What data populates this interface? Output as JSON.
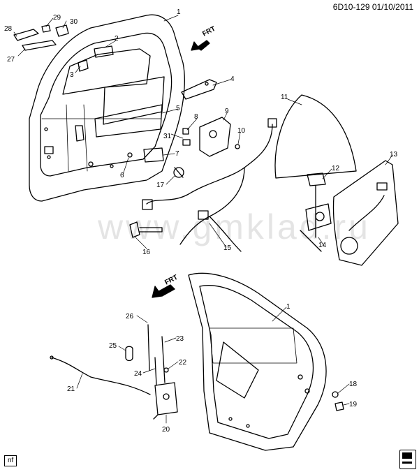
{
  "diagram": {
    "header_id": "6D10-129 01/10/2011",
    "footer_tag": "nf",
    "watermark": "www.gmklad.ru",
    "frt_label": "FRT",
    "callouts": [
      {
        "id": "c1a",
        "label": "1"
      },
      {
        "id": "c2",
        "label": "2"
      },
      {
        "id": "c3",
        "label": "3"
      },
      {
        "id": "c4",
        "label": "4"
      },
      {
        "id": "c5",
        "label": "5"
      },
      {
        "id": "c6",
        "label": "6"
      },
      {
        "id": "c7",
        "label": "7"
      },
      {
        "id": "c8",
        "label": "8"
      },
      {
        "id": "c9",
        "label": "9"
      },
      {
        "id": "c10",
        "label": "10"
      },
      {
        "id": "c11",
        "label": "11"
      },
      {
        "id": "c12",
        "label": "12"
      },
      {
        "id": "c13",
        "label": "13"
      },
      {
        "id": "c14",
        "label": "14"
      },
      {
        "id": "c15",
        "label": "15"
      },
      {
        "id": "c16",
        "label": "16"
      },
      {
        "id": "c17",
        "label": "17"
      },
      {
        "id": "c18",
        "label": "18"
      },
      {
        "id": "c19",
        "label": "19"
      },
      {
        "id": "c20",
        "label": "20"
      },
      {
        "id": "c21",
        "label": "21"
      },
      {
        "id": "c22",
        "label": "22"
      },
      {
        "id": "c23",
        "label": "23"
      },
      {
        "id": "c24",
        "label": "24"
      },
      {
        "id": "c25",
        "label": "25"
      },
      {
        "id": "c26",
        "label": "26"
      },
      {
        "id": "c27",
        "label": "27"
      },
      {
        "id": "c28",
        "label": "28"
      },
      {
        "id": "c29",
        "label": "29"
      },
      {
        "id": "c30",
        "label": "30"
      },
      {
        "id": "c31",
        "label": "31"
      },
      {
        "id": "c1b",
        "label": "1"
      }
    ]
  }
}
